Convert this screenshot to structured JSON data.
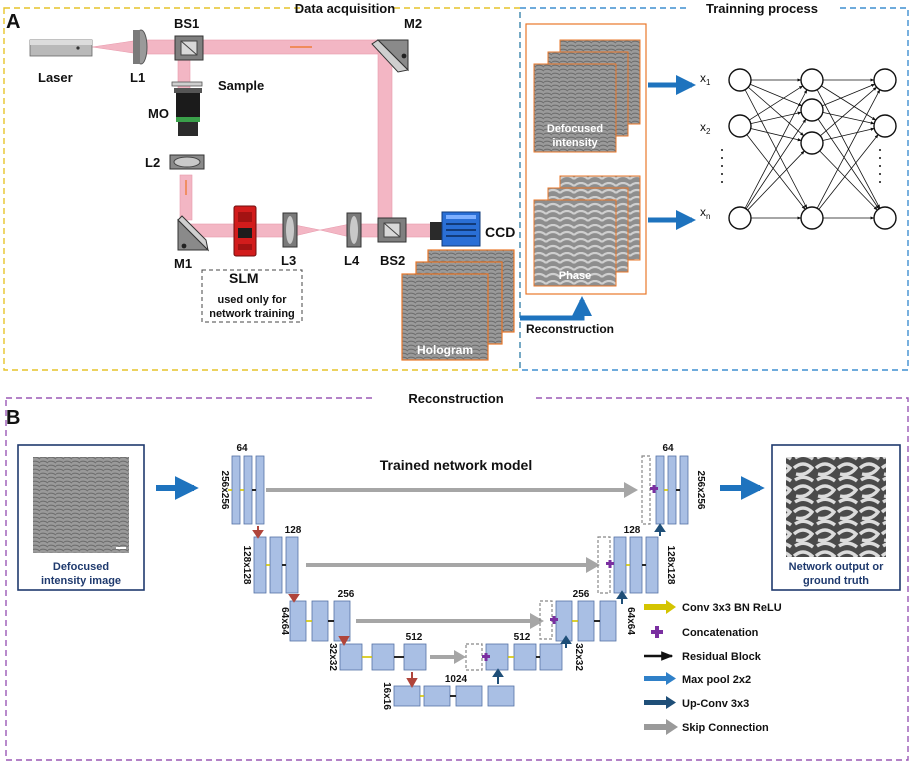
{
  "panel_a": {
    "letter": "A",
    "data_acquisition_title": "Data acquisition",
    "training_title": "Trainning process",
    "labels": {
      "laser": "Laser",
      "l1": "L1",
      "bs1": "BS1",
      "sample": "Sample",
      "m2": "M2",
      "mo": "MO",
      "l2": "L2",
      "m1": "M1",
      "slm": "SLM",
      "l3": "L3",
      "l4": "L4",
      "bs2": "BS2",
      "ccd": "CCD",
      "slm_note_1": "used only for",
      "slm_note_2": "network training",
      "hologram": "Hologram",
      "reconstruction": "Reconstruction",
      "defocused_1": "Defocused",
      "defocused_2": "intensity",
      "phase": "Phase"
    },
    "inputs": [
      {
        "base": "x",
        "sub": "1"
      },
      {
        "base": "x",
        "sub": "2"
      },
      {
        "base": "x",
        "sub": "n"
      }
    ]
  },
  "panel_b": {
    "letter": "B",
    "title": "Reconstruction",
    "model_title": "Trained network model",
    "input_caption_1": "Defocused",
    "input_caption_2": "intensity image",
    "output_caption_1": "Network output or",
    "output_caption_2": "ground truth",
    "channels": [
      "64",
      "128",
      "256",
      "512",
      "1024",
      "512",
      "256",
      "128",
      "64"
    ],
    "sizes": {
      "s256_left": "256x256",
      "s128_left": "128x128",
      "s64_left": "64x64",
      "s32_left": "32x32",
      "s16": "16x16",
      "s32_right": "32x32",
      "s64_right": "64x64",
      "s128_right": "128x128",
      "s256_right": "256x256"
    },
    "legend": [
      {
        "label": "Conv 3x3 BN ReLU",
        "color": "#d4c400"
      },
      {
        "label": "Concatenation",
        "color": "#7a2fa0"
      },
      {
        "label": "Residual Block",
        "color": "#111111"
      },
      {
        "label": "Max pool 2x2",
        "color": "#2f80c8"
      },
      {
        "label": "Up-Conv 3x3",
        "color": "#1f4f78"
      },
      {
        "label": "Skip Connection",
        "color": "#9a9a9a"
      }
    ]
  }
}
